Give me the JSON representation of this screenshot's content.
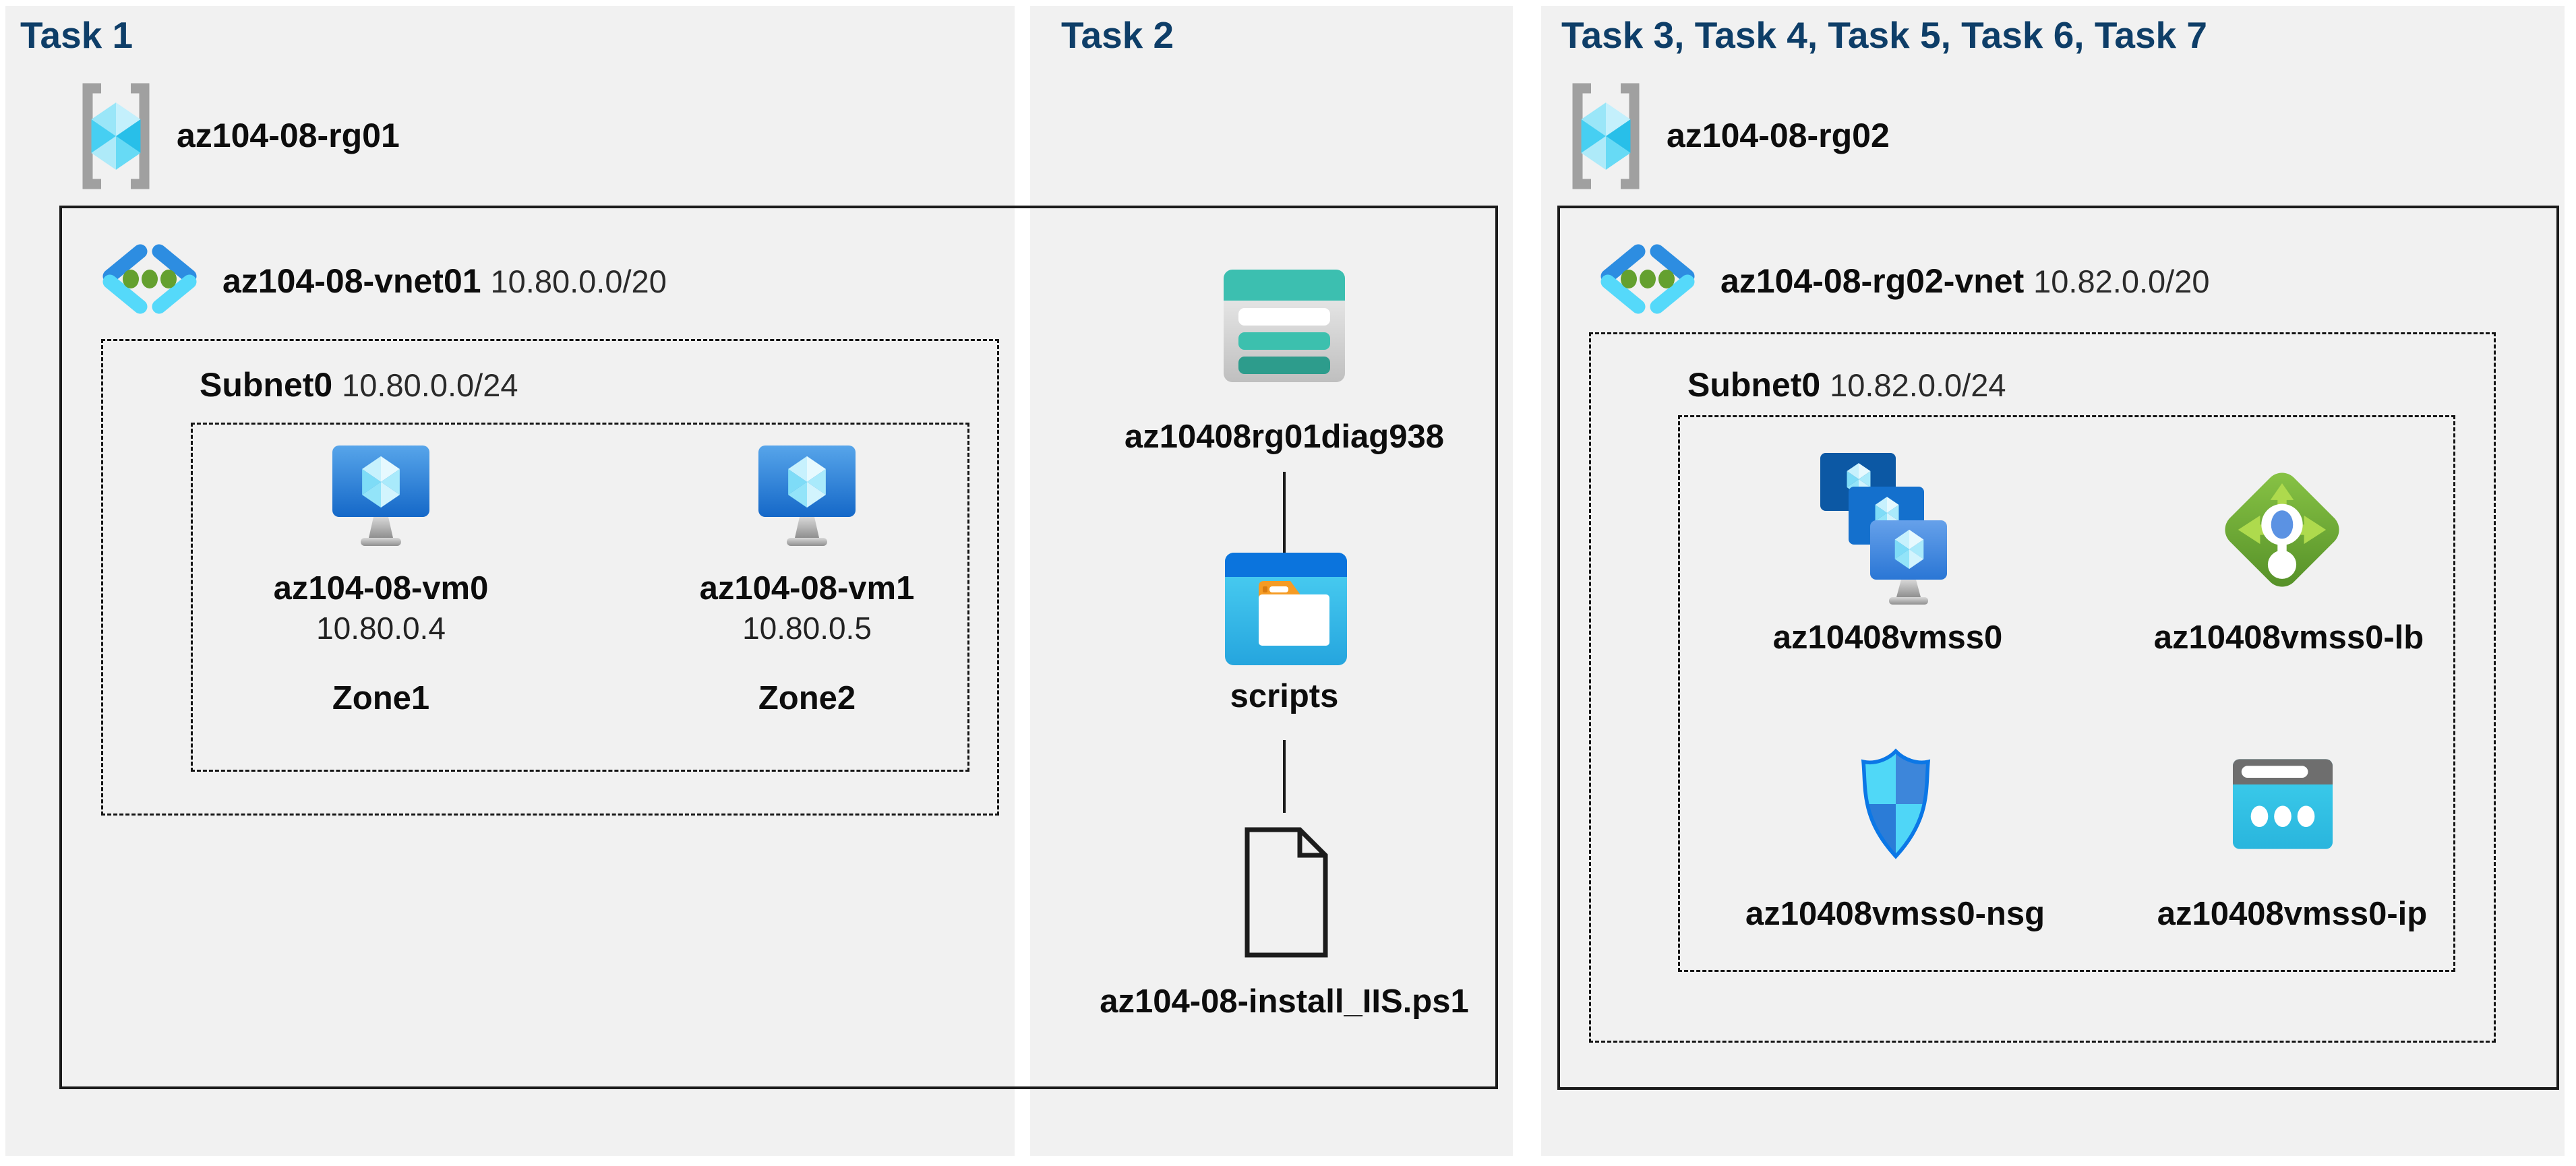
{
  "diagram": "Azure lab 08 architecture",
  "colors": {
    "panel_bg": "#f1f1f1",
    "page_bg": "#ffffff",
    "heading": "#0e3e68",
    "box_border": "#1b1b1b",
    "dashed_border": "#141414",
    "storage_teal": "#3cbfb0",
    "storage_teal_dark": "#2d9c8c",
    "folder_blue": "#0b74dd",
    "folder_orange": "#f59b24",
    "lb_green": "#6aa832",
    "nsg_cyan": "#50d8f7",
    "nsg_blue": "#3d86da",
    "ip_cyan": "#35c9ea",
    "vm_blue": "#1568c8"
  },
  "tasks": {
    "t1": {
      "title": "Task 1",
      "resource_group": "az104-08-rg01",
      "vnet_name": "az104-08-vnet01",
      "vnet_cidr": "10.80.0.0/20",
      "subnet_name": "Subnet0",
      "subnet_cidr": "10.80.0.0/24",
      "vm0_name": "az104-08-vm0",
      "vm0_ip": "10.80.0.4",
      "vm0_zone": "Zone1",
      "vm1_name": "az104-08-vm1",
      "vm1_ip": "10.80.0.5",
      "vm1_zone": "Zone2"
    },
    "t2": {
      "title": "Task 2",
      "storage_account": "az10408rg01diag938",
      "container": "scripts",
      "file": "az104-08-install_IIS.ps1"
    },
    "t3": {
      "title": "Task 3, Task 4, Task 5, Task 6, Task 7",
      "resource_group": "az104-08-rg02",
      "vnet_name": "az104-08-rg02-vnet",
      "vnet_cidr": "10.82.0.0/20",
      "subnet_name": "Subnet0",
      "subnet_cidr": "10.82.0.0/24",
      "vmss": "az10408vmss0",
      "lb": "az10408vmss0-lb",
      "nsg": "az10408vmss0-nsg",
      "ip": "az10408vmss0-ip"
    }
  },
  "icons": {
    "resource_group": "resource-group-icon",
    "vnet": "virtual-network-icon",
    "vm": "virtual-machine-icon",
    "storage": "storage-account-icon",
    "folder": "blob-container-icon",
    "file": "script-file-icon",
    "vmss": "vm-scale-set-icon",
    "lb": "load-balancer-icon",
    "nsg": "network-security-group-icon",
    "public_ip": "public-ip-icon"
  }
}
